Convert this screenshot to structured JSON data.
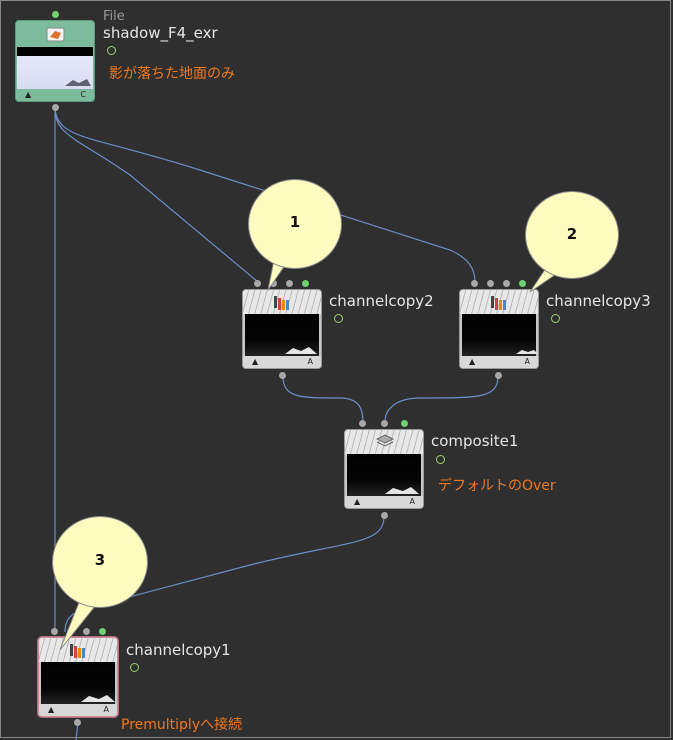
{
  "nodes": {
    "shadow": {
      "type_label": "File",
      "name": "shadow_F4_exr",
      "comment": "影が落ちた地面のみ",
      "foot_left": "▲",
      "foot_right": "C"
    },
    "cc2": {
      "name": "channelcopy2",
      "foot_left": "▲",
      "foot_right": "A"
    },
    "cc3": {
      "name": "channelcopy3",
      "foot_left": "▲",
      "foot_right": "A"
    },
    "comp1": {
      "name": "composite1",
      "comment": "デフォルトのOver",
      "foot_left": "▲",
      "foot_right": "A"
    },
    "cc1": {
      "name": "channelcopy1",
      "comment": "Premultiplyへ接続",
      "foot_left": "▲",
      "foot_right": "A"
    }
  },
  "callouts": [
    "1",
    "2",
    "3"
  ],
  "colors": {
    "background": "#2f2f2f",
    "wire": "#6a8fc8",
    "comment": "#f07820",
    "bubble": "#fffcc0",
    "file_node": "#7cbb9b"
  },
  "icons": [
    "folder-icon",
    "channelcopy-icon",
    "layers-icon",
    "clock-icon"
  ]
}
